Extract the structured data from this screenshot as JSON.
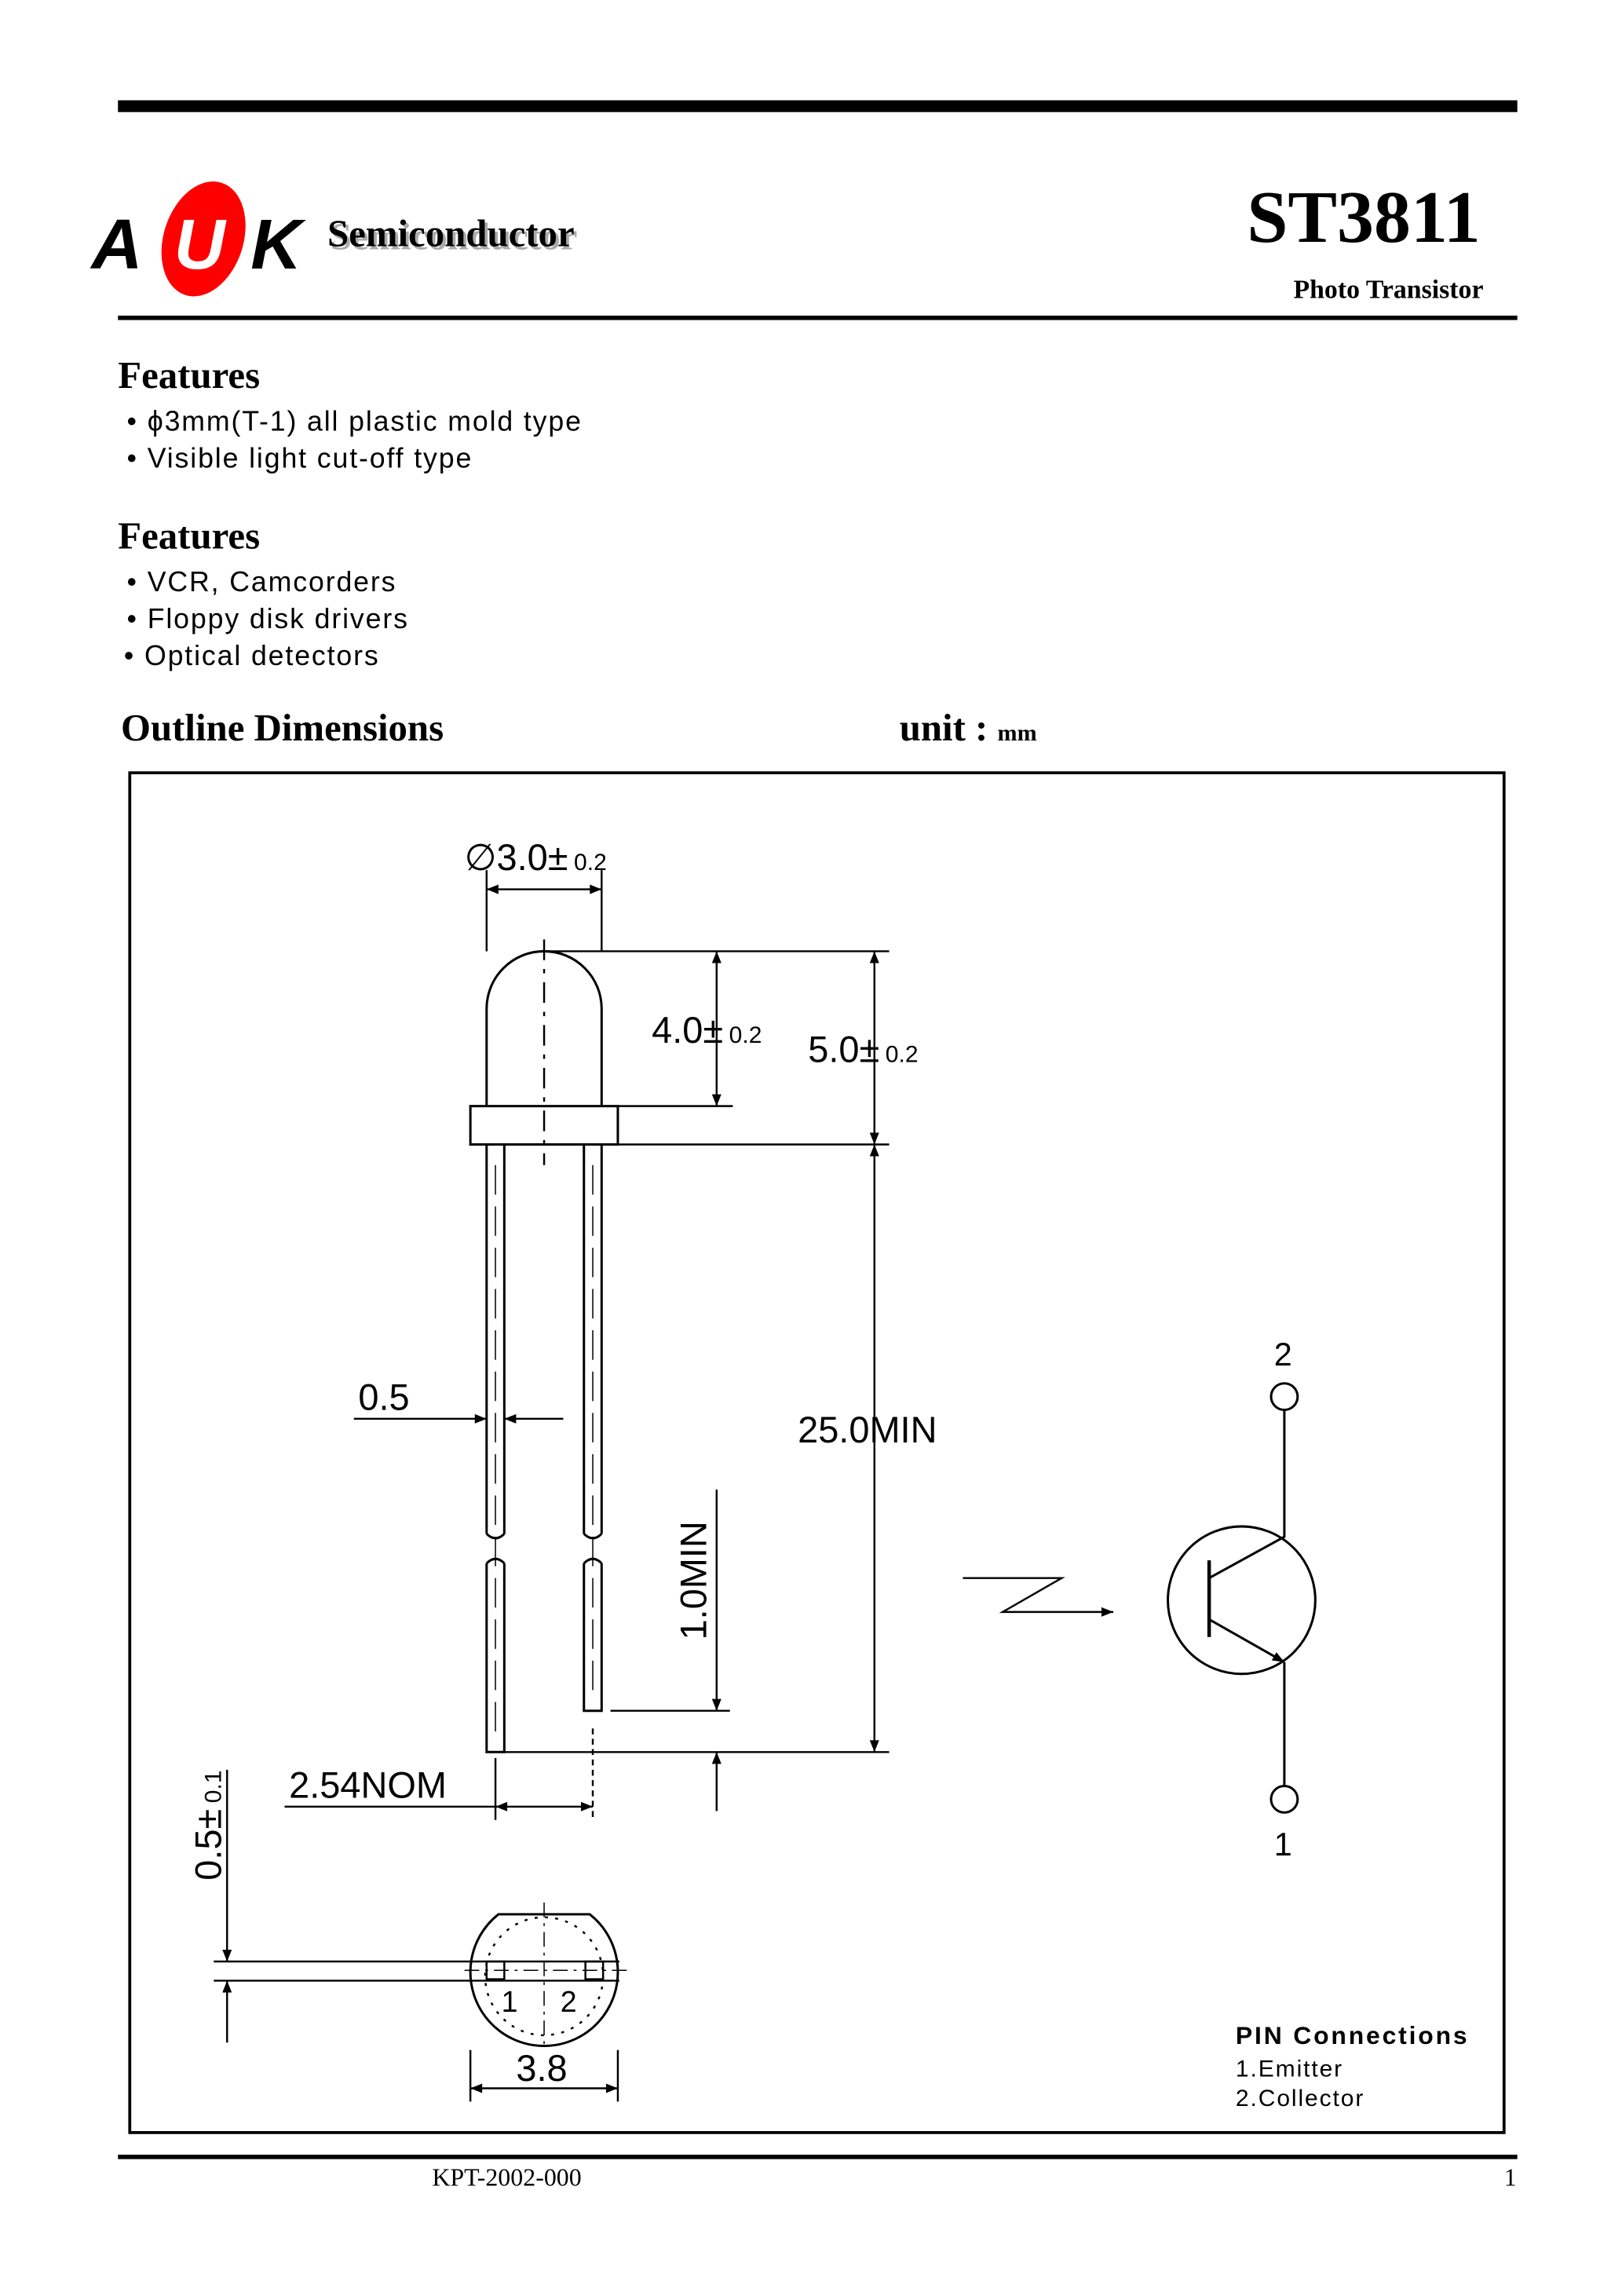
{
  "header": {
    "logo_text": "AUK",
    "company": "Semiconductor",
    "part_number": "ST3811",
    "part_type": "Photo Transistor",
    "brand_color": "#ff0000"
  },
  "features": {
    "title": "Features",
    "items": [
      "ϕ3mm(T-1)  all plastic mold type",
      "Visible light cut-off type"
    ]
  },
  "applications": {
    "title": "Features",
    "items": [
      "VCR, Camcorders",
      "Floppy disk drivers",
      "Optical detectors"
    ]
  },
  "outline": {
    "title": "Outline Dimensions",
    "unit_label": "unit :",
    "unit": "mm",
    "dims": {
      "diameter": "∅3.0±",
      "diameter_tol": "0.2",
      "lens_height": "4.0±",
      "lens_height_tol": "0.2",
      "body_height": "5.0±",
      "body_height_tol": "0.2",
      "lead_width": "0.5",
      "lead_length": "25.0MIN",
      "lead_offset": "1.0MIN",
      "pitch": "2.54NOM",
      "flange": "0.5±",
      "flange_tol": "0.1",
      "flange_diameter": "3.8",
      "pin1": "1",
      "pin2": "2"
    },
    "symbol": {
      "pin_top": "2",
      "pin_bottom": "1"
    },
    "pins": {
      "title": "PIN Connections",
      "items": [
        "1.Emitter",
        "2.Collector"
      ]
    }
  },
  "footer": {
    "doc_code": "KPT-2002-000",
    "page": "1"
  }
}
